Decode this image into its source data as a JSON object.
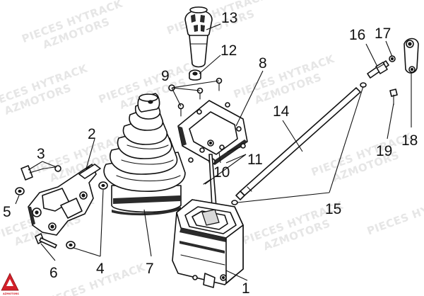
{
  "watermark": {
    "line1": "PIECES HYTRACK",
    "line2": "AZMOTORS"
  },
  "logo": {
    "text": "AZMOTORS",
    "color": "#d3202a"
  },
  "callouts": [
    "1",
    "2",
    "3",
    "4",
    "5",
    "6",
    "7",
    "8",
    "9",
    "10",
    "11",
    "12",
    "13",
    "14",
    "15",
    "16",
    "17",
    "18",
    "19"
  ]
}
